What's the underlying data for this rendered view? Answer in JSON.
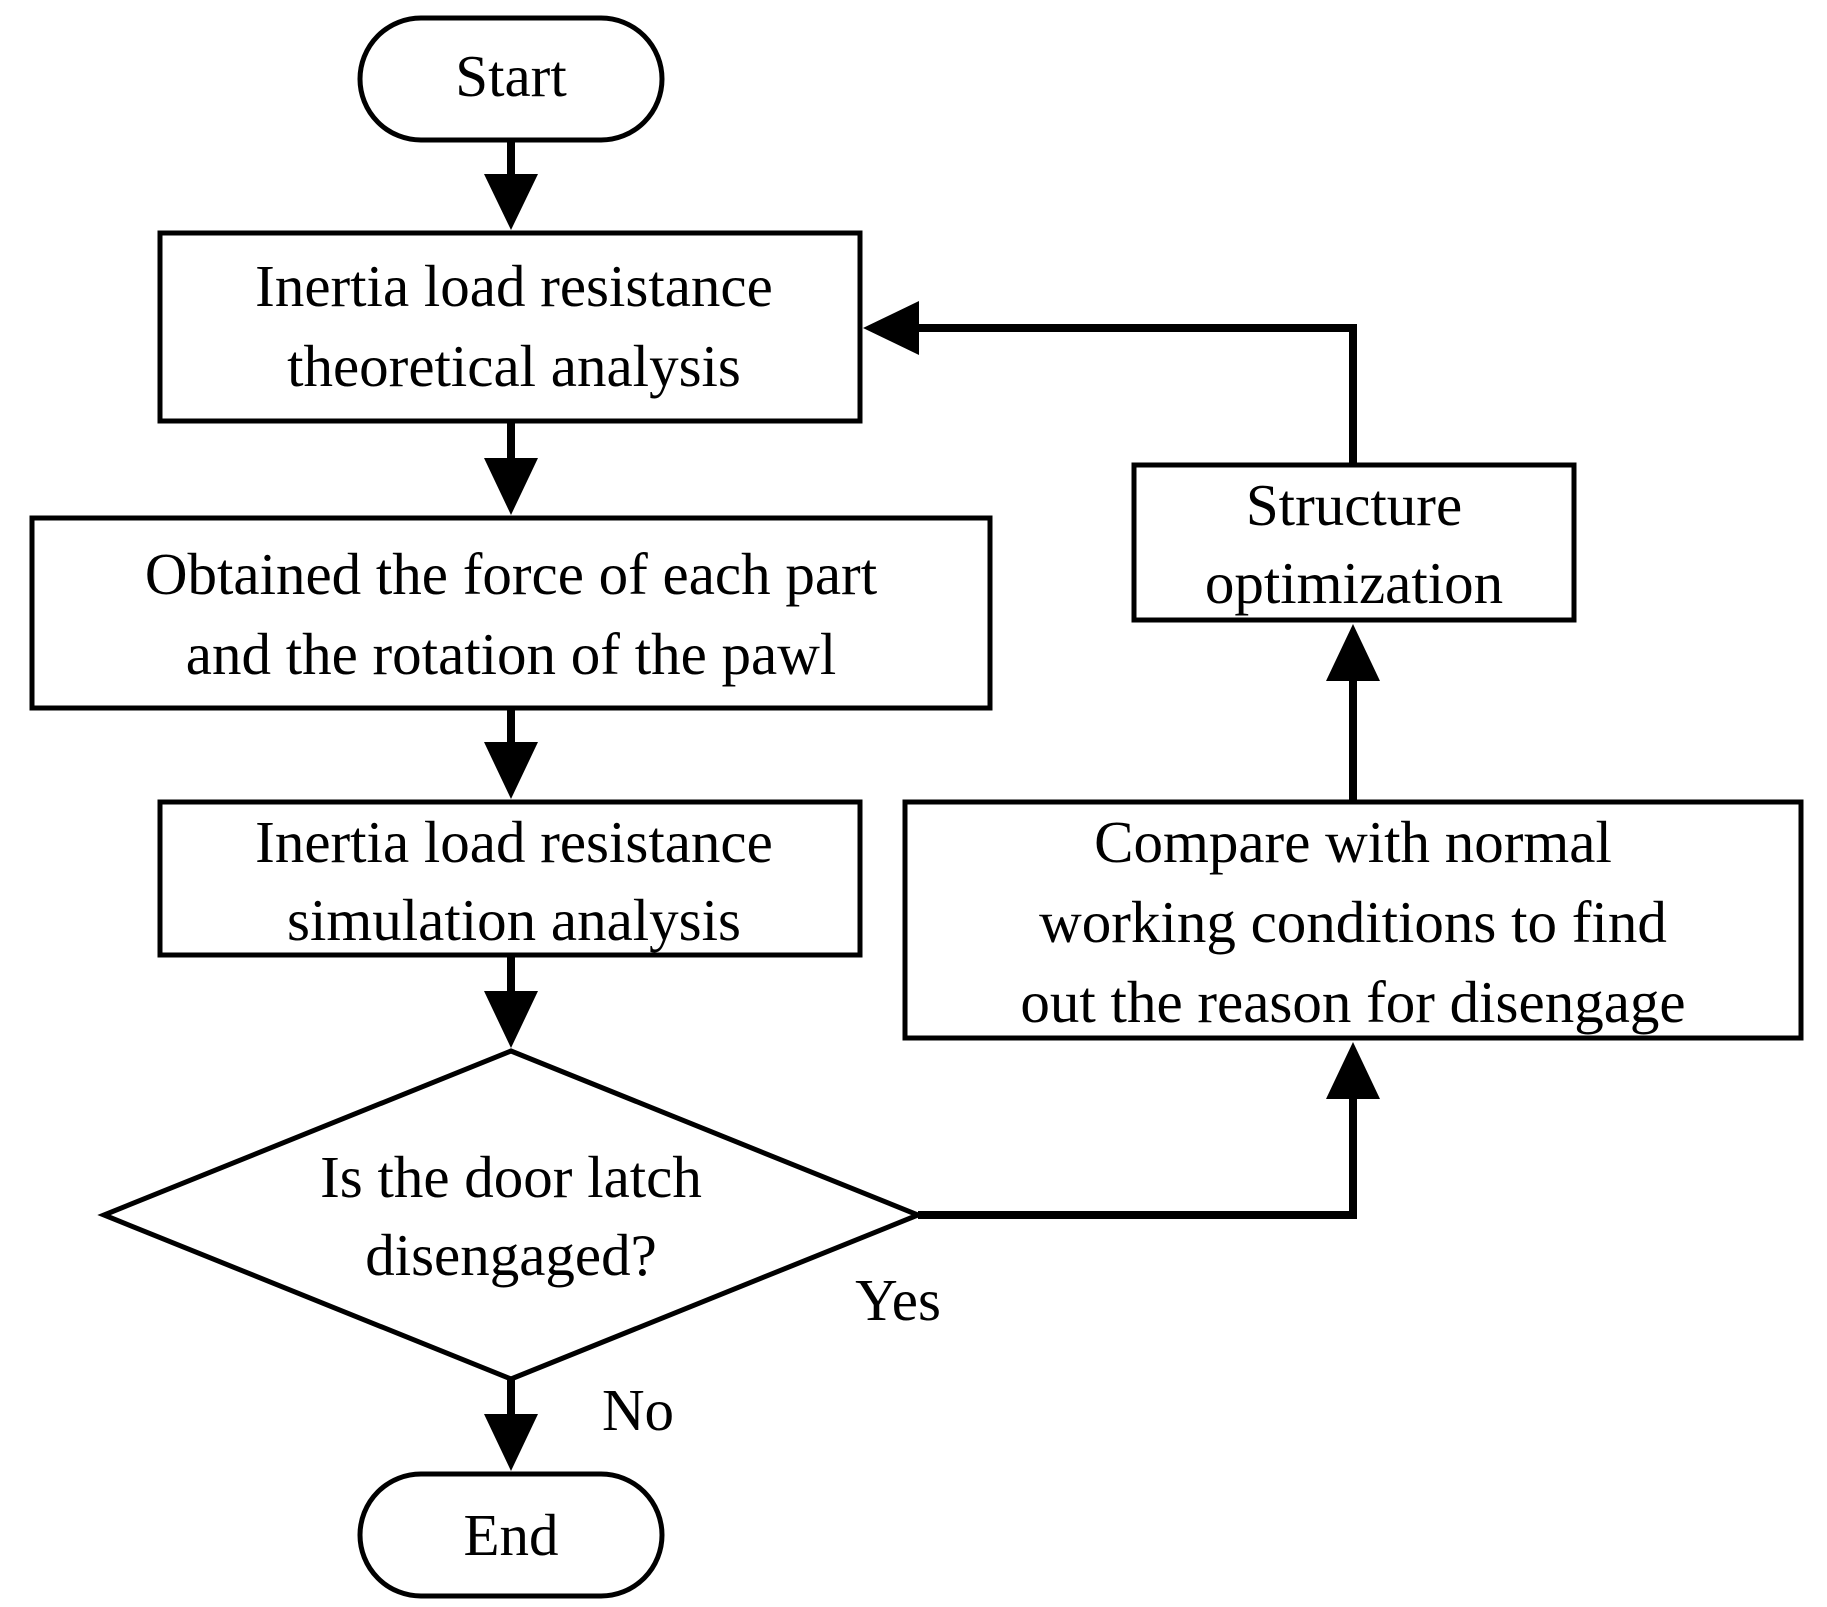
{
  "nodes": {
    "start": "Start",
    "theory": [
      "Inertia load resistance",
      "theoretical analysis"
    ],
    "force": [
      "Obtained the force of each part",
      "and the rotation of the pawl"
    ],
    "simulation": [
      "Inertia load resistance",
      "simulation analysis"
    ],
    "decision": [
      "Is the door latch",
      "disengaged?"
    ],
    "compare": [
      "Compare with normal",
      "working conditions to find",
      "out the reason for disengage"
    ],
    "optimize": [
      "Structure",
      "optimization"
    ],
    "end": "End"
  },
  "labels": {
    "yes": "Yes",
    "no": "No"
  }
}
